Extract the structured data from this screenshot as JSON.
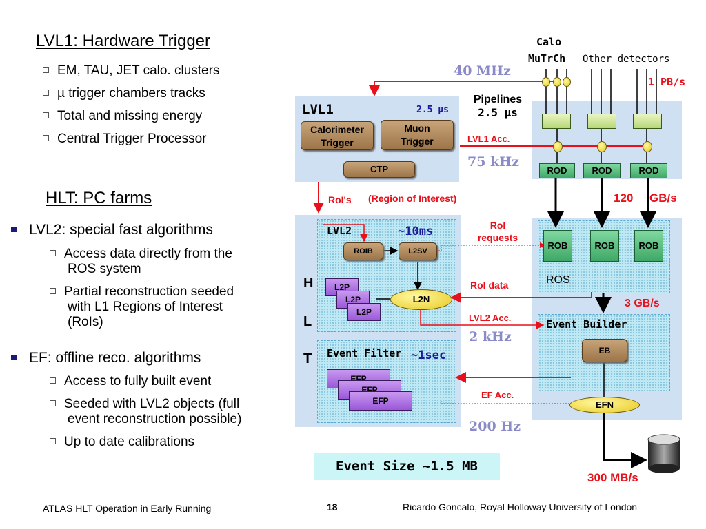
{
  "left": {
    "lvl1_title": "LVL1: Hardware Trigger",
    "lvl1_items": [
      "EM, TAU, JET calo. clusters",
      "µ trigger chambers tracks",
      "Total and missing energy",
      "Central Trigger Processor"
    ],
    "hlt_title": "HLT: PC farms",
    "lvl2_head": "LVL2: special fast algorithms",
    "lvl2_items": [
      "Access data directly from the",
      "ROS system",
      "Partial reconstruction seeded",
      "with L1 Regions of Interest",
      "(RoIs)"
    ],
    "ef_head": "EF: offline reco. algorithms",
    "ef_items": [
      "Access to fully built event",
      "Seeded with LVL2 objects (full",
      "event reconstruction possible)",
      "Up to date calibrations"
    ]
  },
  "diagram": {
    "calo": "Calo",
    "mutrch": "MuTrCh",
    "other": "Other detectors",
    "rate_40mhz": "40 MHz",
    "rate_1pbs": "1 PB/s",
    "lvl1": "LVL1",
    "lvl1_latency": "2.5 µs",
    "calo_trigger": "Calorimeter Trigger",
    "muon_trigger": "Muon Trigger",
    "ctp": "CTP",
    "pipelines": "Pipelines",
    "pipelines_latency": "2.5 µs",
    "lvl1_acc": "LVL1 Acc.",
    "rate_75khz": "75 kHz",
    "rod": "ROD",
    "rois": "RoI's",
    "region_of_interest": "(Region of Interest)",
    "rate_120": "120",
    "rate_gbs": "GB/s",
    "roi_requests": "RoI requests",
    "lvl2": "LVL2",
    "lvl2_time": "~10ms",
    "roib": "ROIB",
    "l2sv": "L2SV",
    "rob": "ROB",
    "ros": "ROS",
    "h": "H",
    "l": "L",
    "t": "T",
    "l2p": "L2P",
    "l2n": "L2N",
    "roi_data": "RoI data",
    "rate_3gbs": "3 GB/s",
    "lvl2_acc": "LVL2 Acc.",
    "event_builder": "Event Builder",
    "rate_2khz": "2 kHz",
    "eb": "EB",
    "event_filter": "Event Filter",
    "ef_time": "~1sec",
    "efp": "EFP",
    "ef_acc": "EF Acc.",
    "efn": "EFN",
    "rate_200hz": "200 Hz",
    "event_size": "Event Size ~1.5 MB",
    "rate_300mbs": "300 MB/s"
  },
  "footer": {
    "left": "ATLAS HLT Operation in Early Running",
    "page": "18",
    "right": "Ricardo Goncalo, Royal Holloway University of London"
  },
  "colors": {
    "red": "#e8101a",
    "rate_grey": "#8a8ac8",
    "panel": "#cfe0f3",
    "dotted": "#bfe8f5"
  }
}
